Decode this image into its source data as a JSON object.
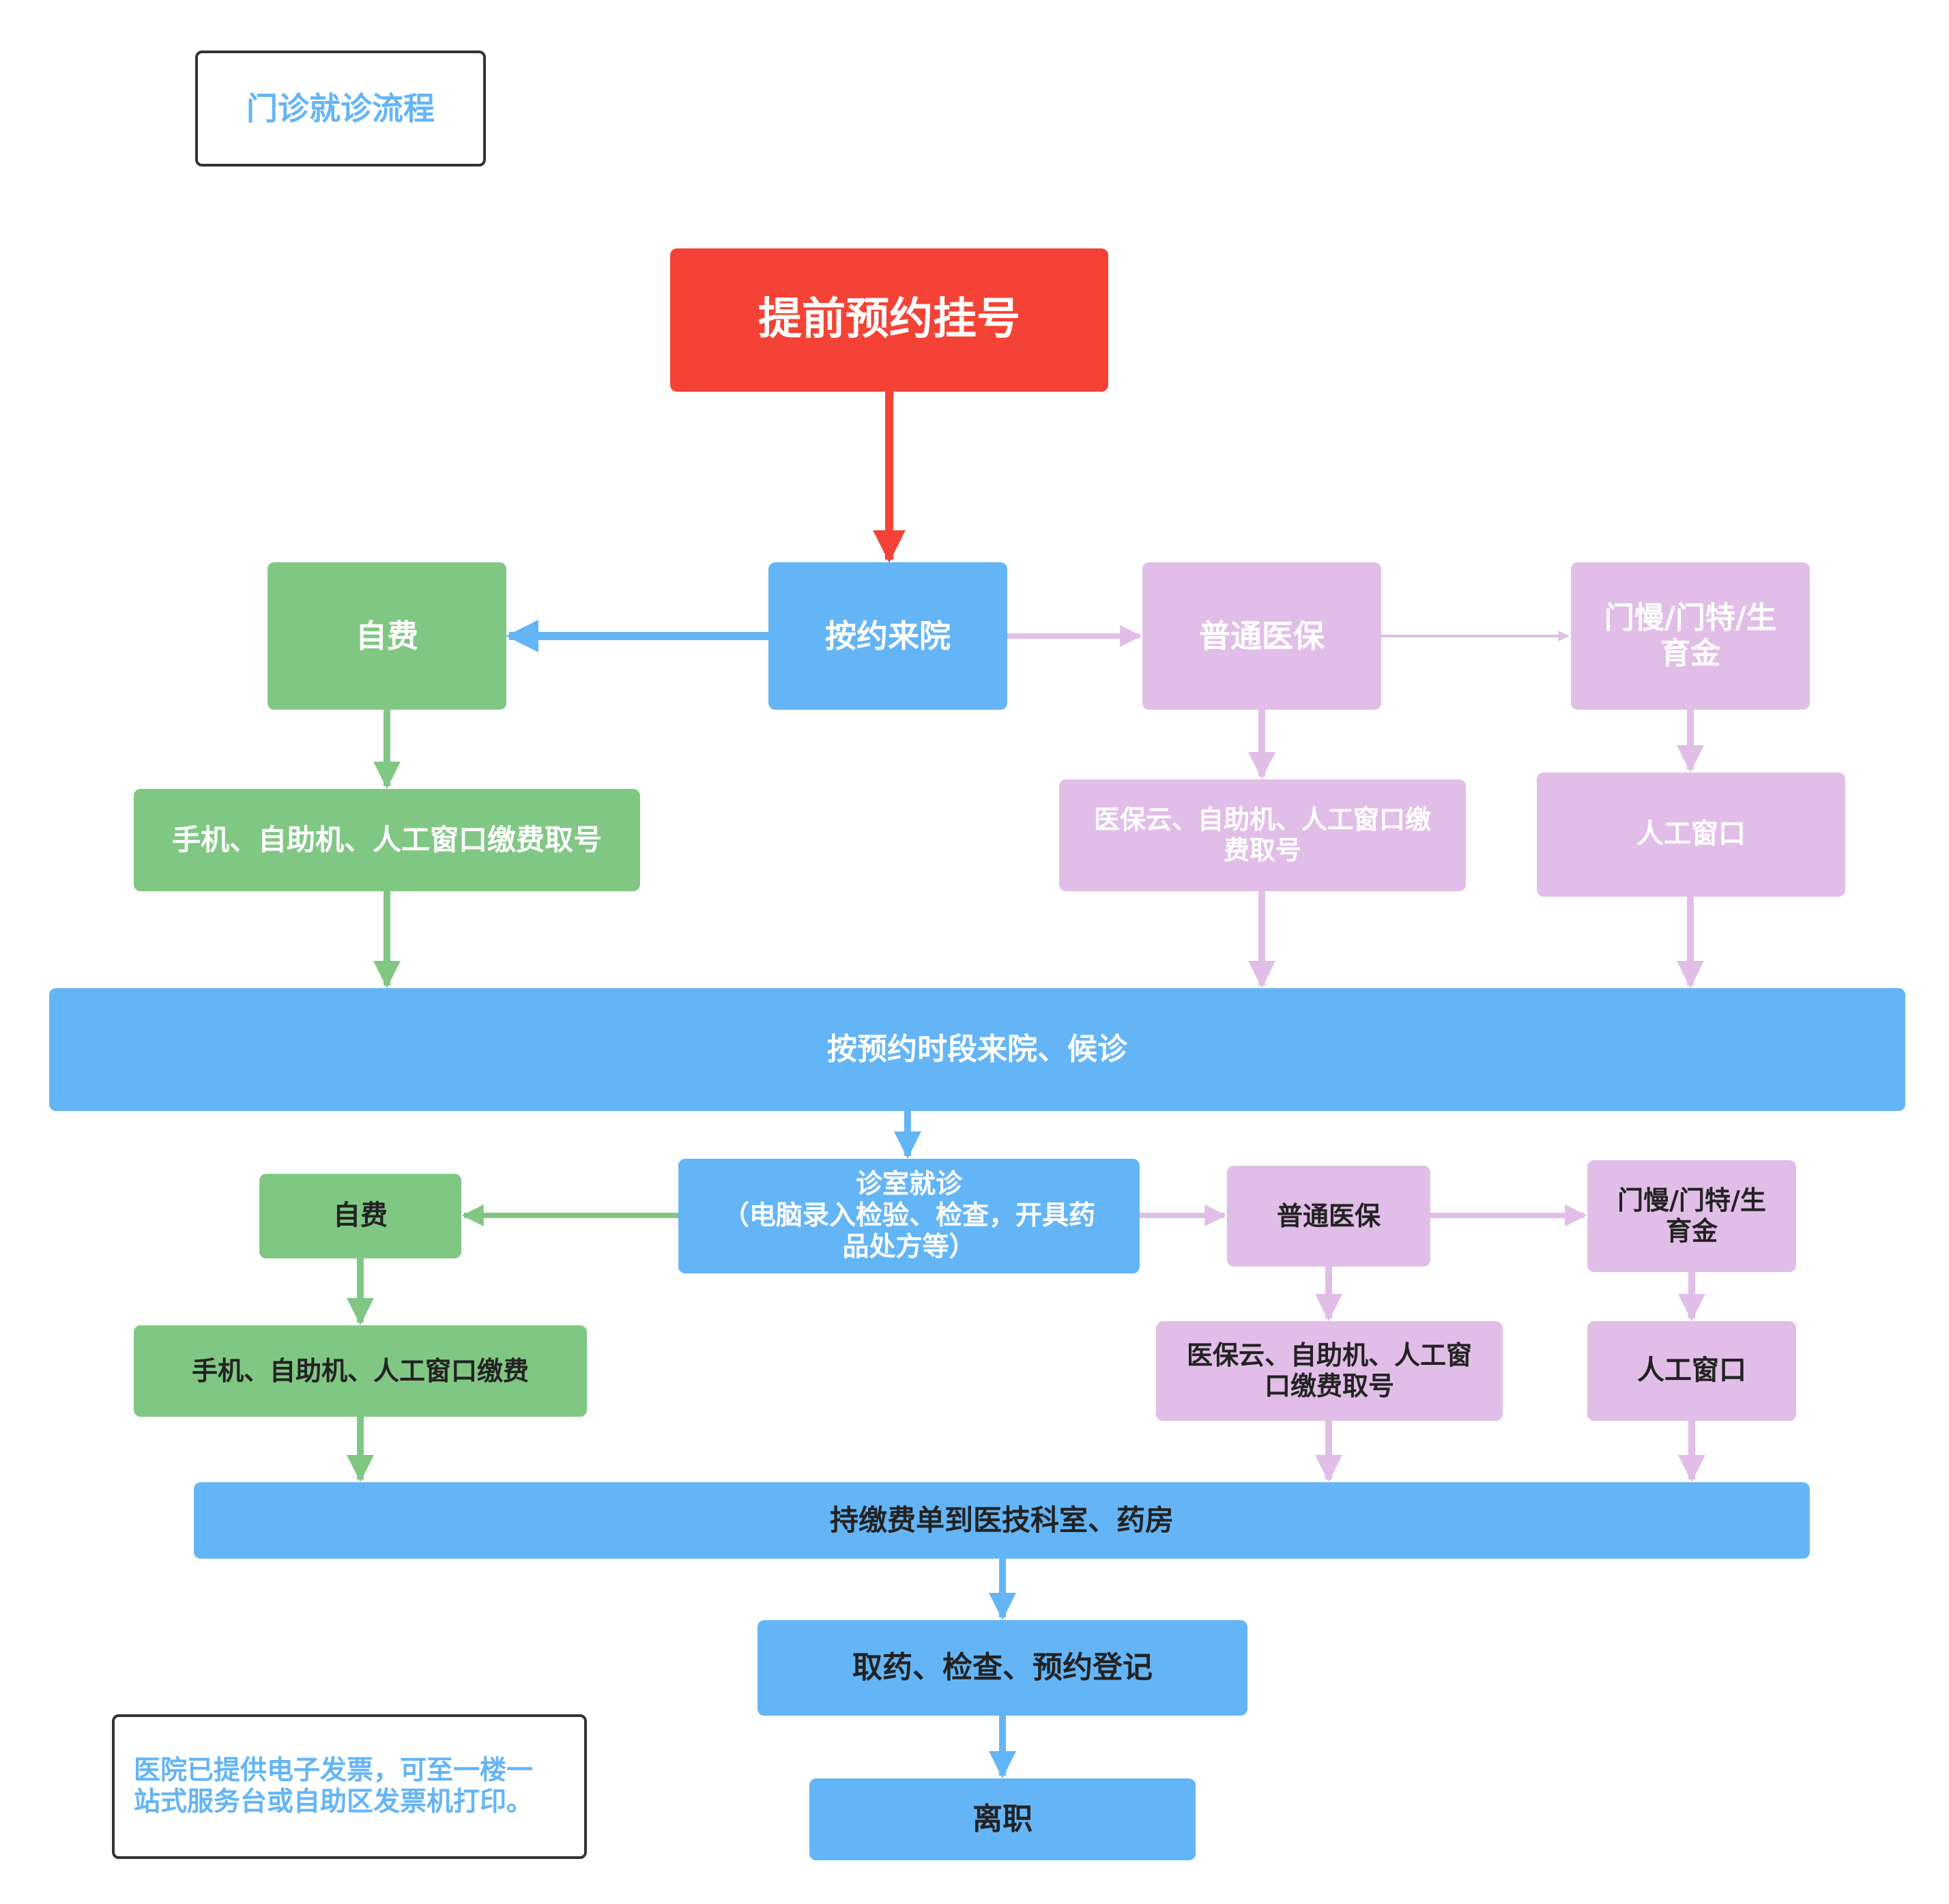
{
  "title": "门诊就诊流程",
  "note": "医院已提供电子发票，可至一楼一\n站式服务台或自助区发票机打印。",
  "colors": {
    "red": "#f44336",
    "blue": "#64b5f6",
    "green": "#81c784",
    "pink": "#e1bee7",
    "border": "#333333"
  },
  "nodes": {
    "appointment": "提前预约挂号",
    "arrive": "按约来院",
    "self_pay_1": "自费",
    "self_pay_1_step": "手机、自助机、人工窗口缴费取号",
    "medical_ins_1": "普通医保",
    "medical_ins_1_step": "医保云、自助机、人工窗口缴\n费取号",
    "special_ins_1": "门慢/门特/生\n育金",
    "special_ins_1_step": "人工窗口",
    "wait": "按预约时段来院、候诊",
    "consult": "诊室就诊\n（电脑录入检验、检查，开具药\n品处方等）",
    "self_pay_2": "自费",
    "self_pay_2_step": "手机、自助机、人工窗口缴费",
    "medical_ins_2": "普通医保",
    "medical_ins_2_step": "医保云、自助机、人工窗\n口缴费取号",
    "special_ins_2": "门慢/门特/生\n育金",
    "special_ins_2_step": "人工窗口",
    "to_department": "持缴费单到医技科室、药房",
    "pickup": "取药、检查、预约登记",
    "leave": "离职"
  }
}
